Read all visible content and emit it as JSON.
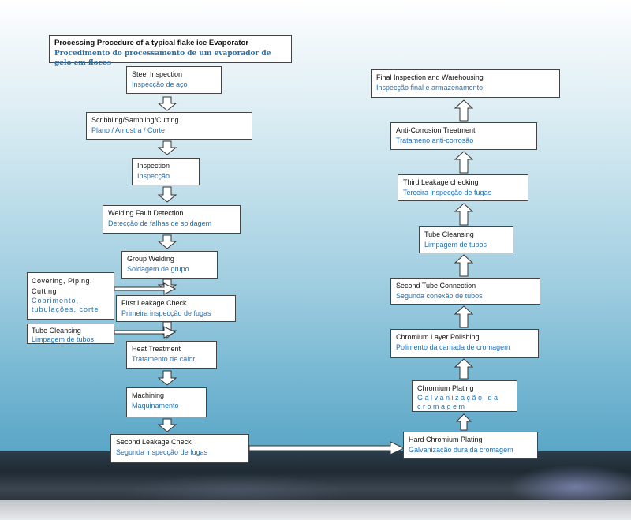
{
  "title": {
    "en": "Processing Procedure of a typical flake ice Evaporator",
    "pt": "Procedimento do processamento de um evaporador de gelo em flocos"
  },
  "left_steps": [
    {
      "en": "Steel Inspection",
      "pt": "Inspecção de aço"
    },
    {
      "en": "Scribbling/Sampling/Cutting",
      "pt": "Plano / Amostra / Corte"
    },
    {
      "en": "Inspection",
      "pt": "Inspecção"
    },
    {
      "en": "Welding Fault Detection",
      "pt": "Detecção de falhas de soldagem"
    },
    {
      "en": "Group Welding",
      "pt": "Soldagem de grupo"
    },
    {
      "en": "First Leakage Check",
      "pt": "Primeira inspecção de fugas"
    },
    {
      "en": "Heat Treatment",
      "pt": "Tratamento de calor"
    },
    {
      "en": "Machining",
      "pt": "Maquinamento"
    },
    {
      "en": "Second Leakage Check",
      "pt": "Segunda inspecção de fugas"
    }
  ],
  "side_inputs": [
    {
      "en": "Covering, Piping, Cutting",
      "pt": "Cobrimento, tubulações, corte"
    },
    {
      "en": "Tube Cleansing",
      "pt": "Limpagem de tubos"
    }
  ],
  "right_steps": [
    {
      "en": "Final Inspection and Warehousing",
      "pt": "Inspecção final e armazenamento"
    },
    {
      "en": "Anti-Corrosion Treatment",
      "pt": "Tratameno anti-corrosão"
    },
    {
      "en": "Third Leakage checking",
      "pt": "Terceira inspecção de fugas"
    },
    {
      "en": "Tube Cleansing",
      "pt": "Limpagem de tubos"
    },
    {
      "en": "Second Tube Connection",
      "pt": "Segunda conexão de tubos"
    },
    {
      "en": "Chromium Layer Polishing",
      "pt": "Polimento da camada de cromagem"
    },
    {
      "en": "Chromium Plating",
      "pt": "Galvanização da cromagem"
    },
    {
      "en": "Hard Chromium Plating",
      "pt": "Galvanização dura da cromagem"
    }
  ]
}
